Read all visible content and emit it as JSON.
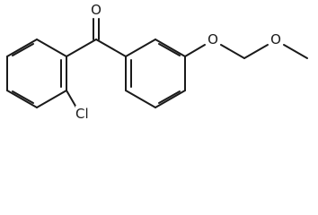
{
  "molecule": {
    "atoms": {
      "carbonyl_oxygen": "O",
      "chlorine": "Cl",
      "ether_oxygen_ring": "O",
      "ether_oxygen_methoxy": "O"
    },
    "colors": {
      "bond": "#1a1a1a",
      "background": "#ffffff"
    }
  }
}
